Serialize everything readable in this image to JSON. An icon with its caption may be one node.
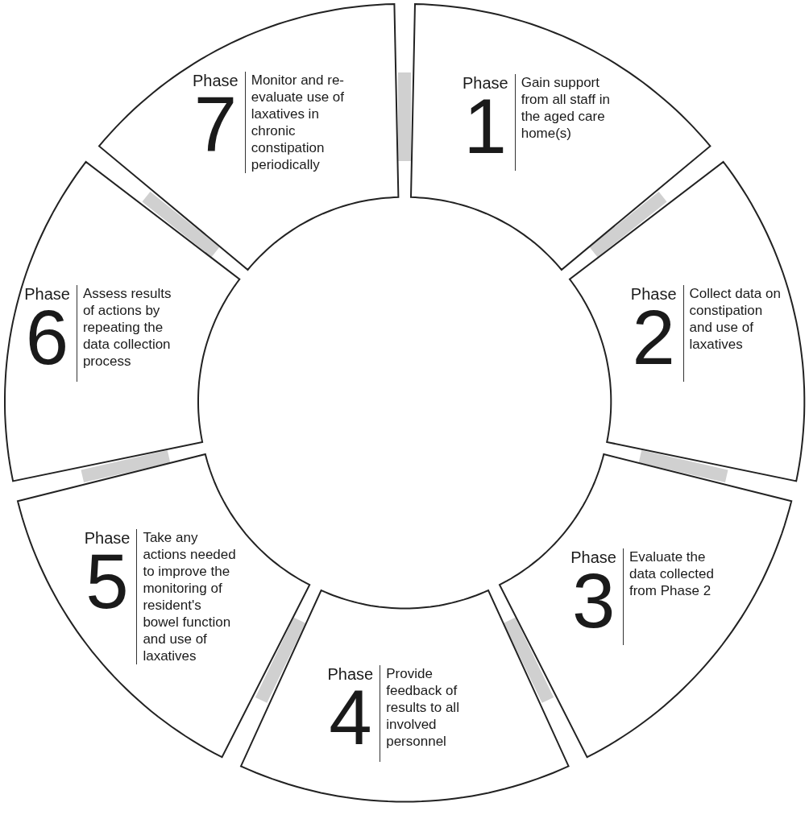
{
  "diagram": {
    "nodes": [
      {
        "text": [
          "Phase",
          "1",
          "Gain support from all staff in the aged care home(s)"
        ]
      },
      {
        "text": [
          "Phase",
          "2",
          "Collect data on constipation and use of laxatives"
        ]
      },
      {
        "text": [
          "Phase",
          "3",
          "Evaluate the data collected from Phase 2"
        ]
      },
      {
        "text": [
          "Phase",
          "4",
          "Provide feedback of results to all involved personnel"
        ]
      },
      {
        "text": [
          "Phase",
          "5",
          "Take any actions needed to improve the monitoring of resident's bowel function and use of laxatives"
        ]
      },
      {
        "text": [
          "Phase",
          "6",
          "Assess results of actions by repeating the data collection process"
        ]
      },
      {
        "text": [
          "Phase",
          "7",
          "Monitor and re-evaluate use of laxatives in chronic constipation periodically"
        ]
      }
    ]
  }
}
